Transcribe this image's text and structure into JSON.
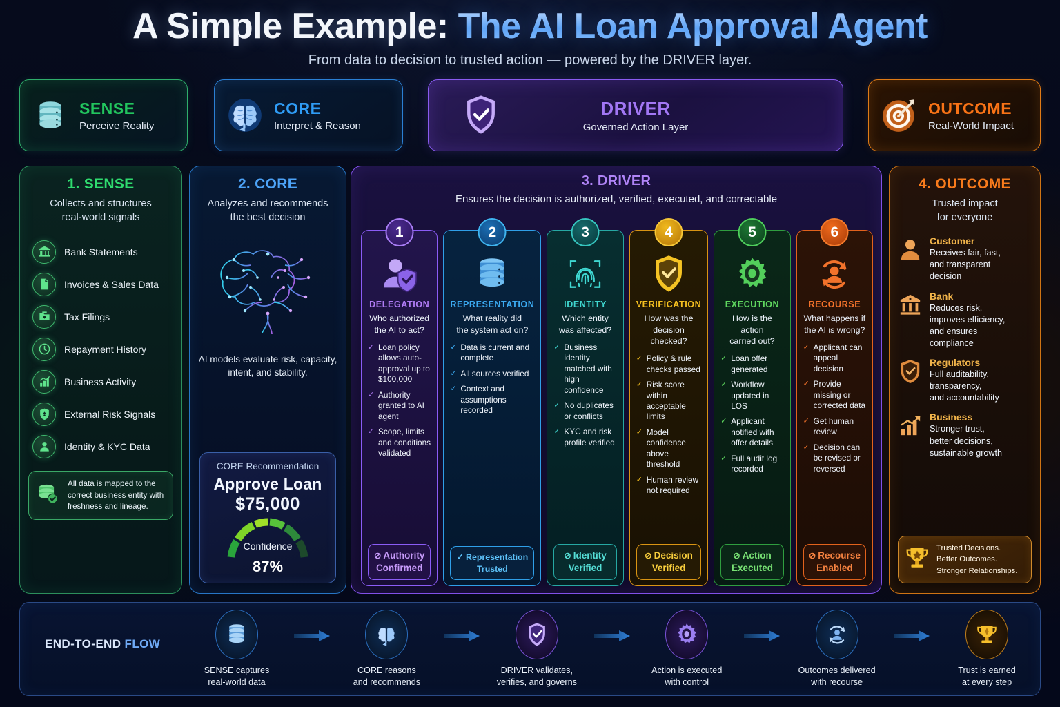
{
  "header": {
    "title_white": "A Simple Example: ",
    "title_blue": "The AI Loan Approval Agent",
    "subtitle": "From data to decision to trusted action — powered by the DRIVER layer."
  },
  "banners": [
    {
      "id": "sense",
      "icon": "database-icon",
      "title": "SENSE",
      "subtitle": "Perceive Reality",
      "color": "#22c55e"
    },
    {
      "id": "core",
      "icon": "brain-icon",
      "title": "CORE",
      "subtitle": "Interpret & Reason",
      "color": "#2f9cf5"
    },
    {
      "id": "driver",
      "icon": "shield-check-icon",
      "title": "DRIVER",
      "subtitle": "Governed Action Layer",
      "color": "#a277f5"
    },
    {
      "id": "outcome",
      "icon": "target-icon",
      "title": "OUTCOME",
      "subtitle": "Real-World Impact",
      "color": "#f97316"
    }
  ],
  "sense": {
    "title": "1. SENSE",
    "title_color": "#2fdb6f",
    "subtitle": "Collects and structures\nreal-world signals",
    "items": [
      {
        "icon": "bank-icon",
        "label": "Bank Statements"
      },
      {
        "icon": "document-icon",
        "label": "Invoices & Sales Data"
      },
      {
        "icon": "folder-tax-icon",
        "label": "Tax Filings"
      },
      {
        "icon": "clock-icon",
        "label": "Repayment History"
      },
      {
        "icon": "bar-chart-icon",
        "label": "Business Activity"
      },
      {
        "icon": "shield-risk-icon",
        "label": "External Risk Signals"
      },
      {
        "icon": "user-id-icon",
        "label": "Identity & KYC Data"
      }
    ],
    "note_icon": "database-check-icon",
    "note": "All data is mapped to the correct business entity with freshness and lineage."
  },
  "core": {
    "title": "2. CORE",
    "title_color": "#4da3f7",
    "subtitle": "Analyzes and recommends\nthe best decision",
    "illustration": "neural-brain-icon",
    "description": "AI models evaluate risk, capacity, intent, and stability.",
    "recommendation_label": "CORE Recommendation",
    "decision": "Approve Loan",
    "amount": "$75,000",
    "confidence_label": "Confidence",
    "confidence_value": "87%",
    "confidence_pct": 87
  },
  "driver": {
    "title": "3. DRIVER",
    "title_color": "#b084f7",
    "subtitle": "Ensures the decision is authorized, verified, executed, and correctable",
    "pillars": [
      {
        "num": "1",
        "icon": "user-shield-icon",
        "name": "DELEGATION",
        "question": "Who authorized\nthe AI to act?",
        "checks": [
          "Loan policy allows auto-approval up to $100,000",
          "Authority granted to AI agent",
          "Scope, limits and conditions validated"
        ],
        "badge": "Authority\nConfirmed",
        "color": "#b07cf5",
        "bg": "#1e1140",
        "bg2": "#180c33"
      },
      {
        "num": "2",
        "icon": "database-stack-icon",
        "name": "REPRESENTATION",
        "question": "What reality did\nthe system act on?",
        "checks": [
          "Data is current and complete",
          "All sources verified",
          "Context and assumptions recorded"
        ],
        "badge": "Representation\nTrusted",
        "color": "#3ba9f0",
        "bg": "#06223f",
        "bg2": "#04182f"
      },
      {
        "num": "3",
        "icon": "fingerprint-icon",
        "name": "IDENTITY",
        "question": "Which entity\nwas affected?",
        "checks": [
          "Business identity matched with high confidence",
          "No duplicates or conflicts",
          "KYC and risk profile verified"
        ],
        "badge": "Identity\nVerified",
        "color": "#3fd6cf",
        "bg": "#062a2c",
        "bg2": "#041f22"
      },
      {
        "num": "4",
        "icon": "shield-check-gold-icon",
        "name": "VERIFICATION",
        "question": "How was the\ndecision checked?",
        "checks": [
          "Policy & rule checks passed",
          "Risk score within acceptable limits",
          "Model confidence above threshold",
          "Human review not required"
        ],
        "badge": "Decision\nVerified",
        "color": "#f5c020",
        "bg": "#241802",
        "bg2": "#1a1203"
      },
      {
        "num": "5",
        "icon": "gear-icon",
        "name": "EXECUTION",
        "question": "How is the action\ncarried out?",
        "checks": [
          "Loan offer generated",
          "Workflow updated in LOS",
          "Applicant notified with offer details",
          "Full audit log recorded"
        ],
        "badge": "Action\nExecuted",
        "color": "#5fd75f",
        "bg": "#0a2417",
        "bg2": "#071c13"
      },
      {
        "num": "6",
        "icon": "user-recourse-icon",
        "name": "RECOURSE",
        "question": "What happens if\nthe AI is wrong?",
        "checks": [
          "Applicant can appeal decision",
          "Provide missing or corrected data",
          "Get human review",
          "Decision can be revised or reversed"
        ],
        "badge": "Recourse\nEnabled",
        "color": "#f2722b",
        "bg": "#2b1205",
        "bg2": "#1e0d04"
      }
    ]
  },
  "outcome": {
    "title": "4. OUTCOME",
    "title_color": "#f97b1c",
    "subtitle": "Trusted impact\nfor everyone",
    "items": [
      {
        "icon": "person-icon",
        "heading": "Customer",
        "detail": "Receives fair, fast,\nand transparent\ndecision"
      },
      {
        "icon": "bank-icon",
        "heading": "Bank",
        "detail": "Reduces risk,\nimproves efficiency,\nand ensures\ncompliance"
      },
      {
        "icon": "shield-icon",
        "heading": "Regulators",
        "detail": "Full auditability,\ntransparency,\nand accountability"
      },
      {
        "icon": "growth-icon",
        "heading": "Business",
        "detail": "Stronger trust,\nbetter decisions,\nsustainable growth"
      }
    ],
    "note_icon": "trophy-icon",
    "note": "Trusted Decisions.\nBetter Outcomes.\nStronger Relationships."
  },
  "flow": {
    "label_a": "END-TO-END ",
    "label_b": "FLOW",
    "steps": [
      {
        "icon": "database-icon",
        "text": "SENSE captures\nreal-world data"
      },
      {
        "icon": "brain-icon",
        "text": "CORE reasons\nand recommends"
      },
      {
        "icon": "shield-check-icon",
        "text": "DRIVER validates,\nverifies, and governs"
      },
      {
        "icon": "gear-icon",
        "text": "Action is executed\nwith control"
      },
      {
        "icon": "user-recourse-icon",
        "text": "Outcomes delivered\nwith recourse"
      },
      {
        "icon": "trophy-icon",
        "text": "Trust is earned\nat every step"
      }
    ]
  }
}
